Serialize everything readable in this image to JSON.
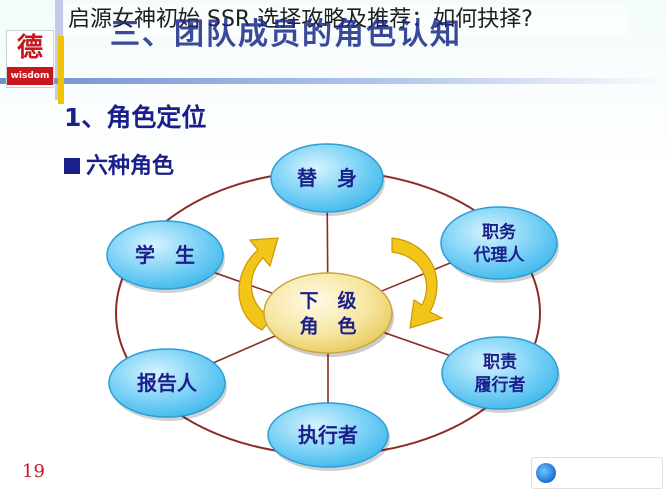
{
  "caption": "启源女神初始 SSR 选择攻略及推荐：如何抉择?",
  "slide": {
    "title": "三、团队成员的角色认知",
    "logo_glyph": "德",
    "logo_word": "wisdom",
    "section_heading": "1、角色定位",
    "bullet": "六种角色",
    "page_number": "19"
  },
  "diagram": {
    "center": {
      "lines": [
        "下　级",
        "角　色"
      ]
    },
    "nodes": [
      {
        "id": "top",
        "lines": [
          "替　身"
        ]
      },
      {
        "id": "upper-right",
        "lines": [
          "职务",
          "代理人"
        ]
      },
      {
        "id": "lower-right",
        "lines": [
          "职责",
          "履行者"
        ]
      },
      {
        "id": "bottom",
        "lines": [
          "执行者"
        ]
      },
      {
        "id": "lower-left",
        "lines": [
          "报告人"
        ]
      },
      {
        "id": "upper-left",
        "lines": [
          "学　生"
        ]
      }
    ],
    "colors": {
      "node_fill": "#3fb8ec",
      "node_highlight": "#d6f3ff",
      "center_fill": "#f6e6a0",
      "ring": "#8a2c24",
      "arrow": "#f2c51a",
      "label": "#1a1f8a"
    }
  },
  "watermark": {
    "icon": "globe-icon"
  }
}
